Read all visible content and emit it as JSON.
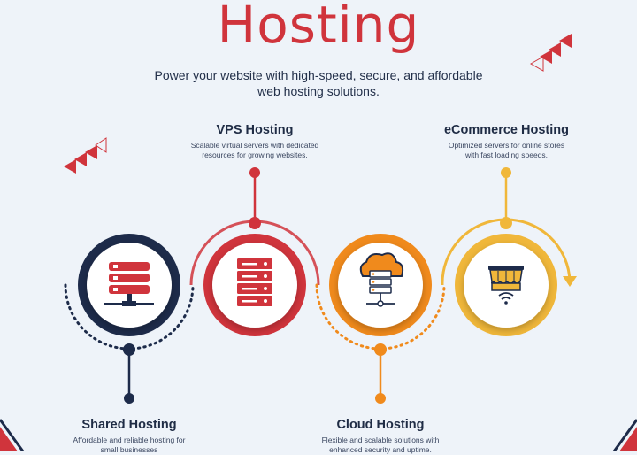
{
  "header": {
    "title": "Hosting",
    "subtitle": "Power your website with high-speed, secure, and affordable web hosting solutions."
  },
  "services": [
    {
      "title": "Shared Hosting",
      "description": "Affordable and reliable hosting for small businesses",
      "icon": "database-network-icon",
      "color": "#1d2b4a"
    },
    {
      "title": "VPS Hosting",
      "description": "Scalable virtual servers with dedicated resources for growing websites.",
      "icon": "server-rack-icon",
      "color": "#d0343c"
    },
    {
      "title": "Cloud Hosting",
      "description": "Flexible and scalable solutions with enhanced security and uptime.",
      "icon": "cloud-server-icon",
      "color": "#f08a1c"
    },
    {
      "title": "eCommerce Hosting",
      "description": "Optimized servers for online stores with fast loading speeds.",
      "icon": "shop-awning-icon",
      "color": "#f0b73a"
    }
  ],
  "colors": {
    "accent": "#d0343c",
    "navy": "#1d2b4a",
    "orange": "#f08a1c",
    "yellow": "#f0b73a",
    "background": "#eef3f9"
  }
}
